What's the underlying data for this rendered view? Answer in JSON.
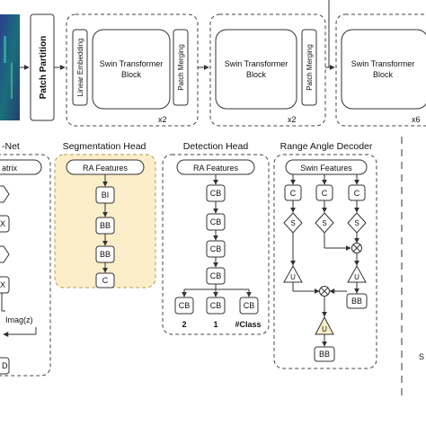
{
  "pipeline": {
    "patch_partition": "Patch Partition",
    "stage_labels": {
      "linear_embedding": "Linear Embedding",
      "patch_merging": "Patch Merging"
    },
    "block_label_line1": "Swin Transformer",
    "block_label_line2": "Block",
    "repeats": [
      "x2",
      "x2",
      "x6"
    ]
  },
  "left_partial": {
    "title": "-Net",
    "header": "atrix",
    "box_x1": "X",
    "box_x2": "X",
    "imag_label": "Imag(z)",
    "bottom": "D"
  },
  "segmentation_head": {
    "title": "Segmentation Head",
    "header": "RA Features",
    "nodes": [
      "BI",
      "BB",
      "BB",
      "C"
    ],
    "colors": {
      "fill": "#fbeec8",
      "border": "#b59a55"
    }
  },
  "detection_head": {
    "title": "Detection Head",
    "header": "RA Features",
    "chain": [
      "CB",
      "CB",
      "CB",
      "CB"
    ],
    "branches": [
      "CB",
      "CB",
      "CB"
    ],
    "outputs": [
      "2",
      "1",
      "#Class"
    ]
  },
  "range_angle_decoder": {
    "title": "Range Angle Decoder",
    "header": "Swin Features",
    "c_nodes": [
      "C",
      "C",
      "C"
    ],
    "s_nodes": [
      "S",
      "S",
      "S"
    ],
    "u_nodes": [
      "U",
      "U",
      "U"
    ],
    "bb_nodes": [
      "BB",
      "BB"
    ],
    "multiply_symbol": "⊗",
    "u_highlight_color": "#fbeec8"
  },
  "right_edge": {
    "label": "S"
  }
}
